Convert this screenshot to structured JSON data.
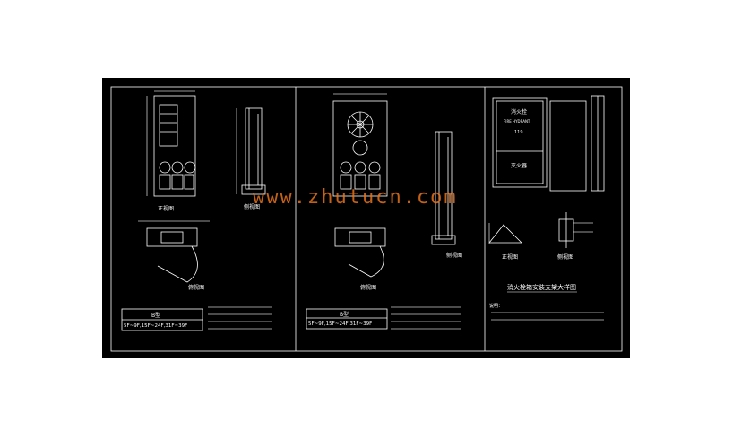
{
  "panel1": {
    "front_view_label": "正视图",
    "side_view_label": "侧视图",
    "plan_view_label": "俯视图",
    "table_header": "B型",
    "floors": "5F~9F,15F~24F,31F~39F"
  },
  "panel2": {
    "side_view_label": "侧视图",
    "plan_view_label": "俯视图",
    "table_header": "B型",
    "floors": "5F~9F,15F~24F,31F~39F"
  },
  "panel3": {
    "box_title": "消火栓",
    "box_subtitle": "FIRE HYDRANT",
    "box_phone": "119",
    "box_extinguisher": "灭火器",
    "front_view_label": "正视图",
    "side_view_label": "侧视图",
    "title": "消火栓箱安装支架大样图",
    "notes_heading": "说明："
  },
  "watermark": "www.zhutucn.com",
  "colors": {
    "background": "#000000",
    "line": "#ffffff",
    "dim": "#c8c8c8",
    "watermark": "#e8731a"
  }
}
